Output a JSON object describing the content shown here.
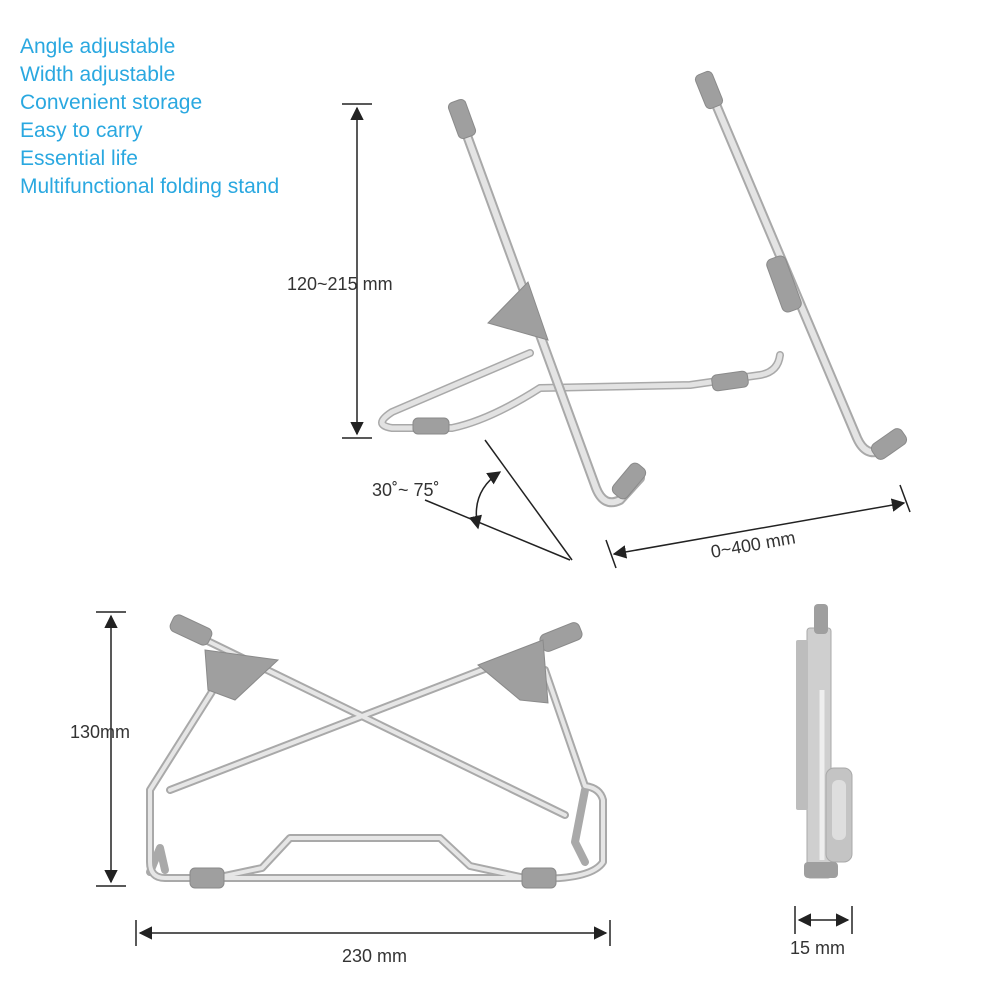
{
  "features": [
    "Angle adjustable",
    "Width adjustable",
    "Convenient storage",
    "Easy to carry",
    "Essential life",
    "Multifunctional folding stand"
  ],
  "dimensions": {
    "height_range": "120~215 mm",
    "angle_range": "30˚~ 75˚",
    "width_range": "0~400 mm",
    "folded_height": "130mm",
    "folded_width": "230 mm",
    "folded_thickness": "15 mm"
  },
  "colors": {
    "feature_text": "#2aa8e0",
    "rod": "#d2d2d2",
    "rod_edge": "#a9a9a9",
    "part": "#9f9f9f",
    "dim_line": "#222222"
  }
}
